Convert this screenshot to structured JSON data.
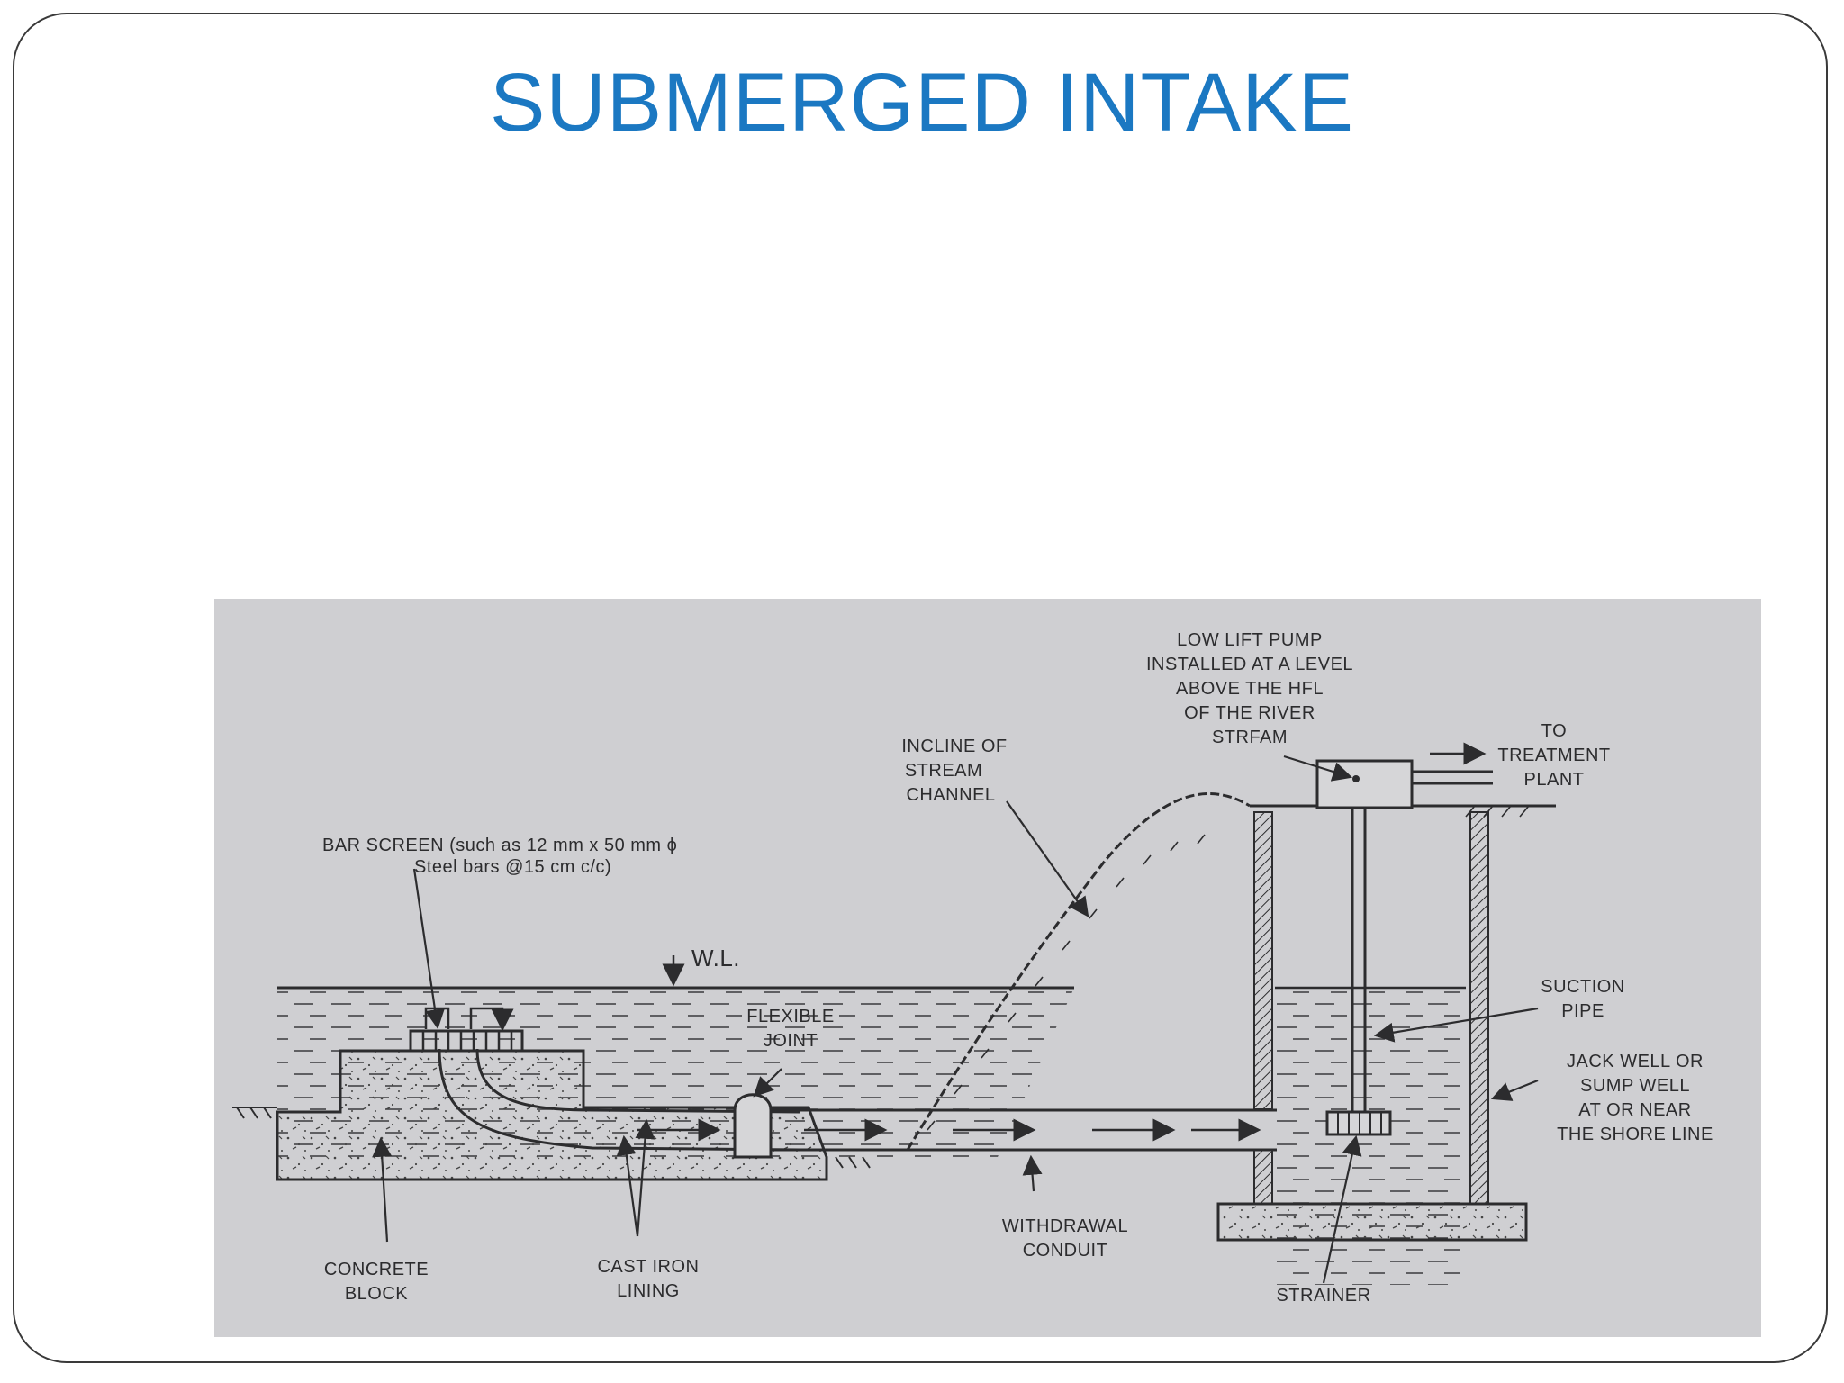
{
  "slide": {
    "title": "SUBMERGED INTAKE"
  },
  "diagram": {
    "labels": {
      "low_lift_pump": [
        "LOW LIFT PUMP",
        "INSTALLED AT A LEVEL",
        "ABOVE THE HFL",
        "OF THE RIVER",
        "STRFAM"
      ],
      "to_treatment_plant": [
        "TO",
        "TREATMENT",
        "PLANT"
      ],
      "incline": [
        "INCLINE OF",
        "STREAM",
        "CHANNEL"
      ],
      "bar_screen": [
        "BAR SCREEN (such as 12 mm x 50 mm ϕ",
        "Steel bars @15 cm c/c)"
      ],
      "water_level": "W.L.",
      "flexible_joint": [
        "FLEXIBLE",
        "JOINT"
      ],
      "suction_pipe": [
        "SUCTION",
        "PIPE"
      ],
      "jack_well": [
        "JACK WELL OR",
        "SUMP WELL",
        "AT OR NEAR",
        "THE SHORE LINE"
      ],
      "withdrawal_conduit": [
        "WITHDRAWAL",
        "CONDUIT"
      ],
      "concrete_block": [
        "CONCRETE",
        "BLOCK"
      ],
      "cast_iron_lining": [
        "CAST IRON",
        "LINING"
      ],
      "strainer": "STRAINER"
    },
    "colors": {
      "photo_background": "#cfcfd2",
      "ink": "#2c2c2e",
      "title": "#1b78c2"
    }
  }
}
